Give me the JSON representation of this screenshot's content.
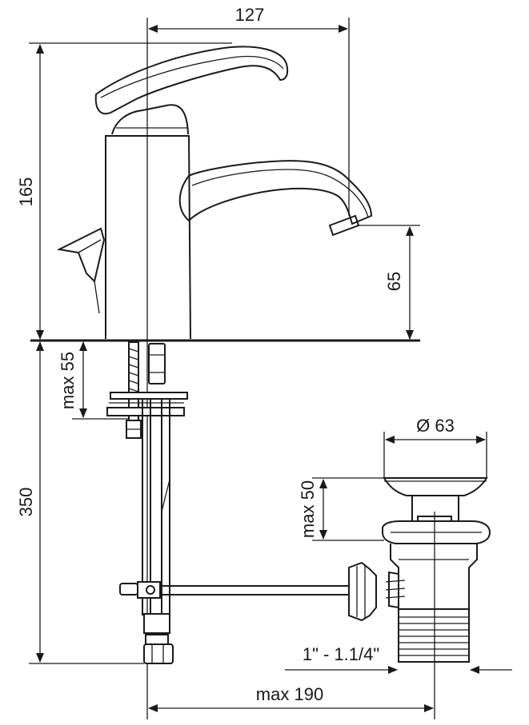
{
  "dimensions": {
    "spout_reach": "127",
    "total_height": "165",
    "spout_height": "65",
    "deck_thickness": "max 55",
    "hose_length": "350",
    "drain_diameter": "Ø 63",
    "drain_adjust": "max 50",
    "drain_thread": "1\" - 1.1/4\"",
    "drain_distance": "max 190"
  }
}
